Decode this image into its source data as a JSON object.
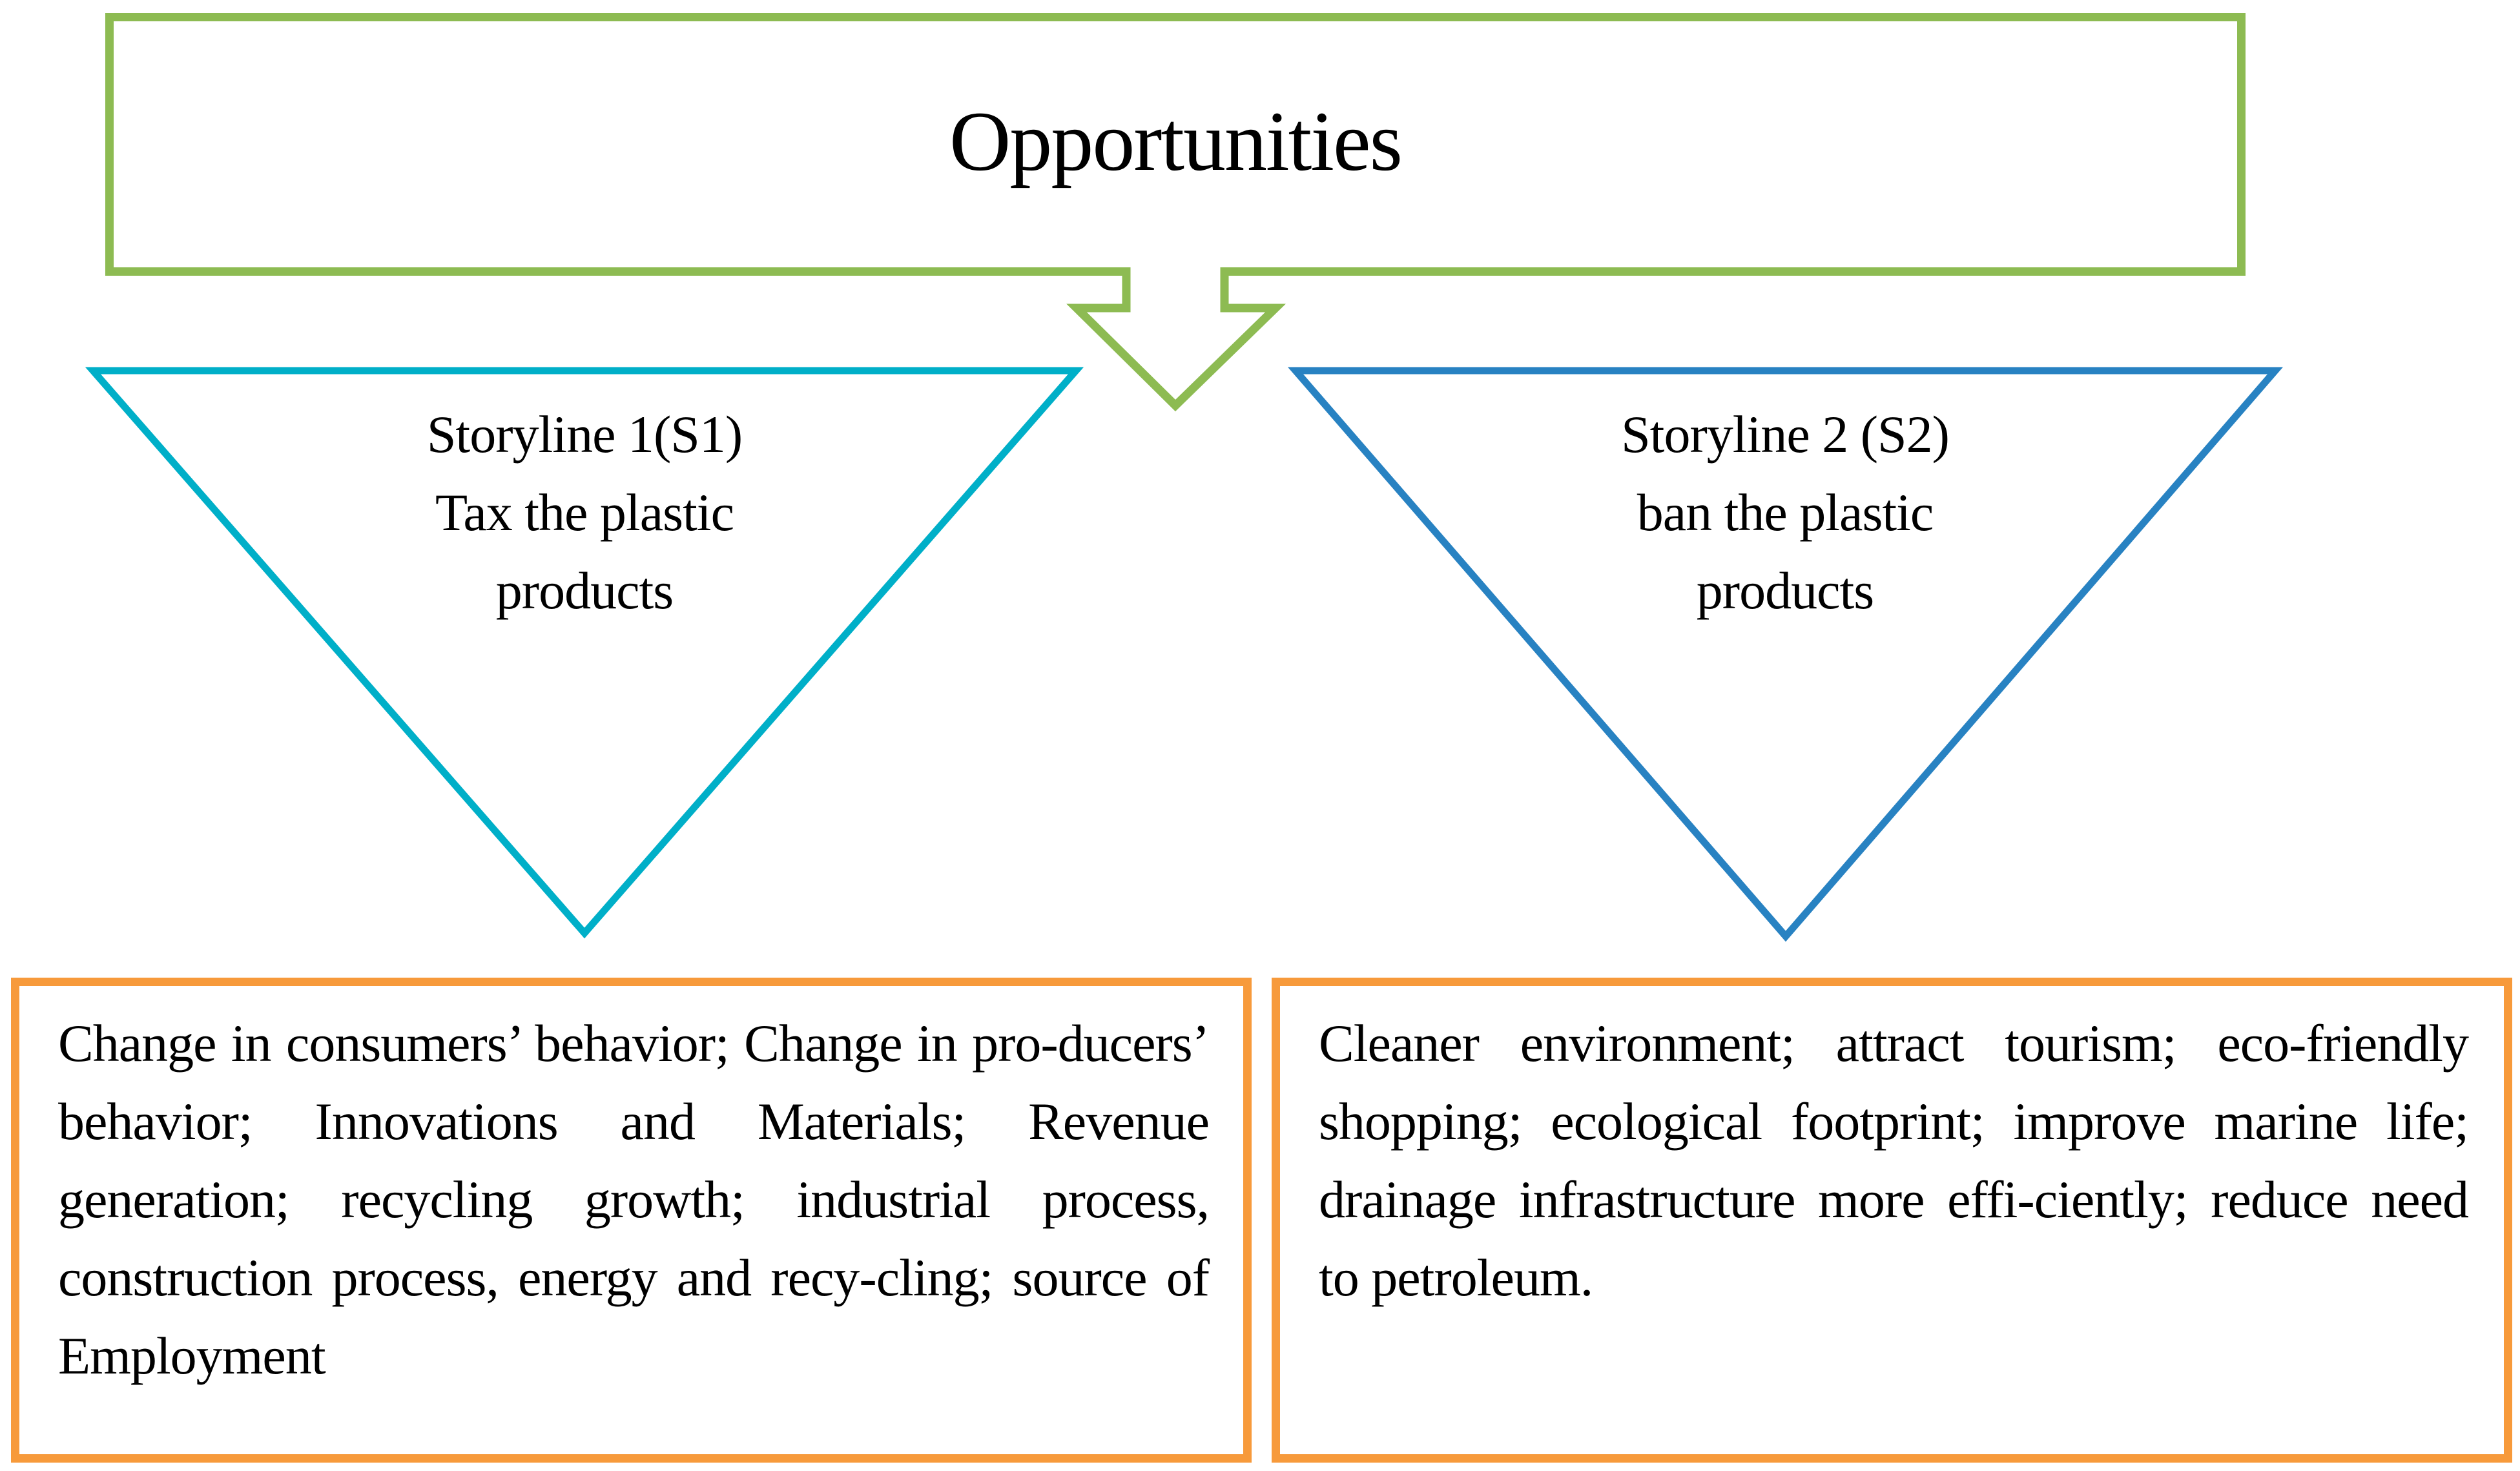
{
  "title": "Opportunities",
  "colors": {
    "title_border": "#8dbb52",
    "storyline1_border": "#00afc8",
    "storyline2_border": "#2882c2",
    "outcome_border": "#f79a3b"
  },
  "storylines": [
    {
      "lines": [
        "Storyline 1(S1)",
        "Tax the plastic",
        "products"
      ],
      "outcome": "Change in consumers’ behavior; Change in pro-ducers’ behavior; Innovations and Materials; Revenue generation; recycling growth; industrial process, construction process, energy and recy-cling; source of Employment"
    },
    {
      "lines": [
        "Storyline 2 (S2)",
        "ban the plastic",
        "products"
      ],
      "outcome": "Cleaner environment; attract tourism; eco-friendly shopping; ecological footprint; improve marine life; drainage infrastructure more effi-ciently; reduce need to petroleum."
    }
  ]
}
